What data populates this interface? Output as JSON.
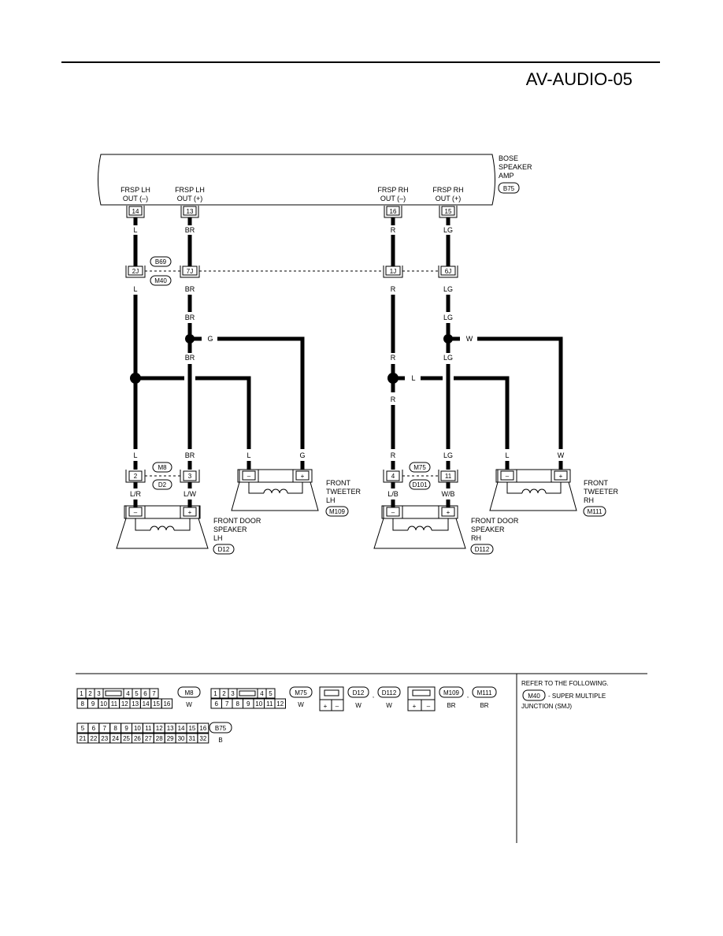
{
  "page": {
    "title": "AV-AUDIO-05"
  },
  "amp": {
    "name_l1": "BOSE",
    "name_l2": "SPEAKER",
    "name_l3": "AMP",
    "connector": "B75",
    "pins": [
      {
        "id": "14",
        "label_l1": "FRSP LH",
        "label_l2": "OUT (–)"
      },
      {
        "id": "13",
        "label_l1": "FRSP LH",
        "label_l2": "OUT (+)"
      },
      {
        "id": "16",
        "label_l1": "FRSP RH",
        "label_l2": "OUT (–)"
      },
      {
        "id": "15",
        "label_l1": "FRSP RH",
        "label_l2": "OUT (+)"
      }
    ]
  },
  "smj": {
    "conn_a": "B69",
    "conn_b": "M40",
    "pins": [
      "2J",
      "7J",
      "1J",
      "6J"
    ]
  },
  "wire_colors": {
    "l": "L",
    "br": "BR",
    "r": "R",
    "lg": "LG",
    "g": "G",
    "w": "W",
    "lr": "L/R",
    "lw": "L/W",
    "lb": "L/B",
    "wb": "W/B"
  },
  "connectors_mid": {
    "lh_a": "M8",
    "lh_b": "D2",
    "lh_pin_neg": "2",
    "lh_pin_pos": "3",
    "rh_a": "M75",
    "rh_b": "D101",
    "rh_pin_neg": "4",
    "rh_pin_pos": "11"
  },
  "components": {
    "tweeter_lh": {
      "l1": "FRONT",
      "l2": "TWEETER",
      "l3": "LH",
      "conn": "M109"
    },
    "tweeter_rh": {
      "l1": "FRONT",
      "l2": "TWEETER",
      "l3": "RH",
      "conn": "M111"
    },
    "door_lh": {
      "l1": "FRONT DOOR",
      "l2": "SPEAKER",
      "l3": "LH",
      "conn": "D12"
    },
    "door_rh": {
      "l1": "FRONT DOOR",
      "l2": "SPEAKER",
      "l3": "RH",
      "conn": "D112"
    },
    "minus": "–",
    "plus": "+"
  },
  "legend": {
    "m8": {
      "name": "M8",
      "color": "W",
      "row1": [
        "1",
        "2",
        "3",
        "",
        "4",
        "5",
        "6",
        "7"
      ],
      "row2": [
        "8",
        "9",
        "10",
        "11",
        "12",
        "13",
        "14",
        "15",
        "16"
      ]
    },
    "m75": {
      "name": "M75",
      "color": "W",
      "row1": [
        "1",
        "2",
        "3",
        "",
        "4",
        "5"
      ],
      "row2": [
        "6",
        "7",
        "8",
        "9",
        "10",
        "11",
        "12"
      ]
    },
    "d12": {
      "name": "D12",
      "sep": ",",
      "name2": "D112",
      "color": "W",
      "color2": "W"
    },
    "m109": {
      "name": "M109",
      "sep": ",",
      "name2": "M111",
      "color": "BR",
      "color2": "BR"
    },
    "b75": {
      "name": "B75",
      "color": "B",
      "row1": [
        "5",
        "6",
        "7",
        "8",
        "9",
        "10",
        "11",
        "12",
        "13",
        "14",
        "15",
        "16"
      ],
      "row2": [
        "21",
        "22",
        "23",
        "24",
        "25",
        "26",
        "27",
        "28",
        "29",
        "30",
        "31",
        "32"
      ]
    },
    "pm_plus": "+",
    "pm_minus": "–"
  },
  "note": {
    "line1": "REFER TO THE FOLLOWING.",
    "conn": "M40",
    "line2": "- SUPER MULTIPLE",
    "line3": "JUNCTION (SMJ)"
  }
}
